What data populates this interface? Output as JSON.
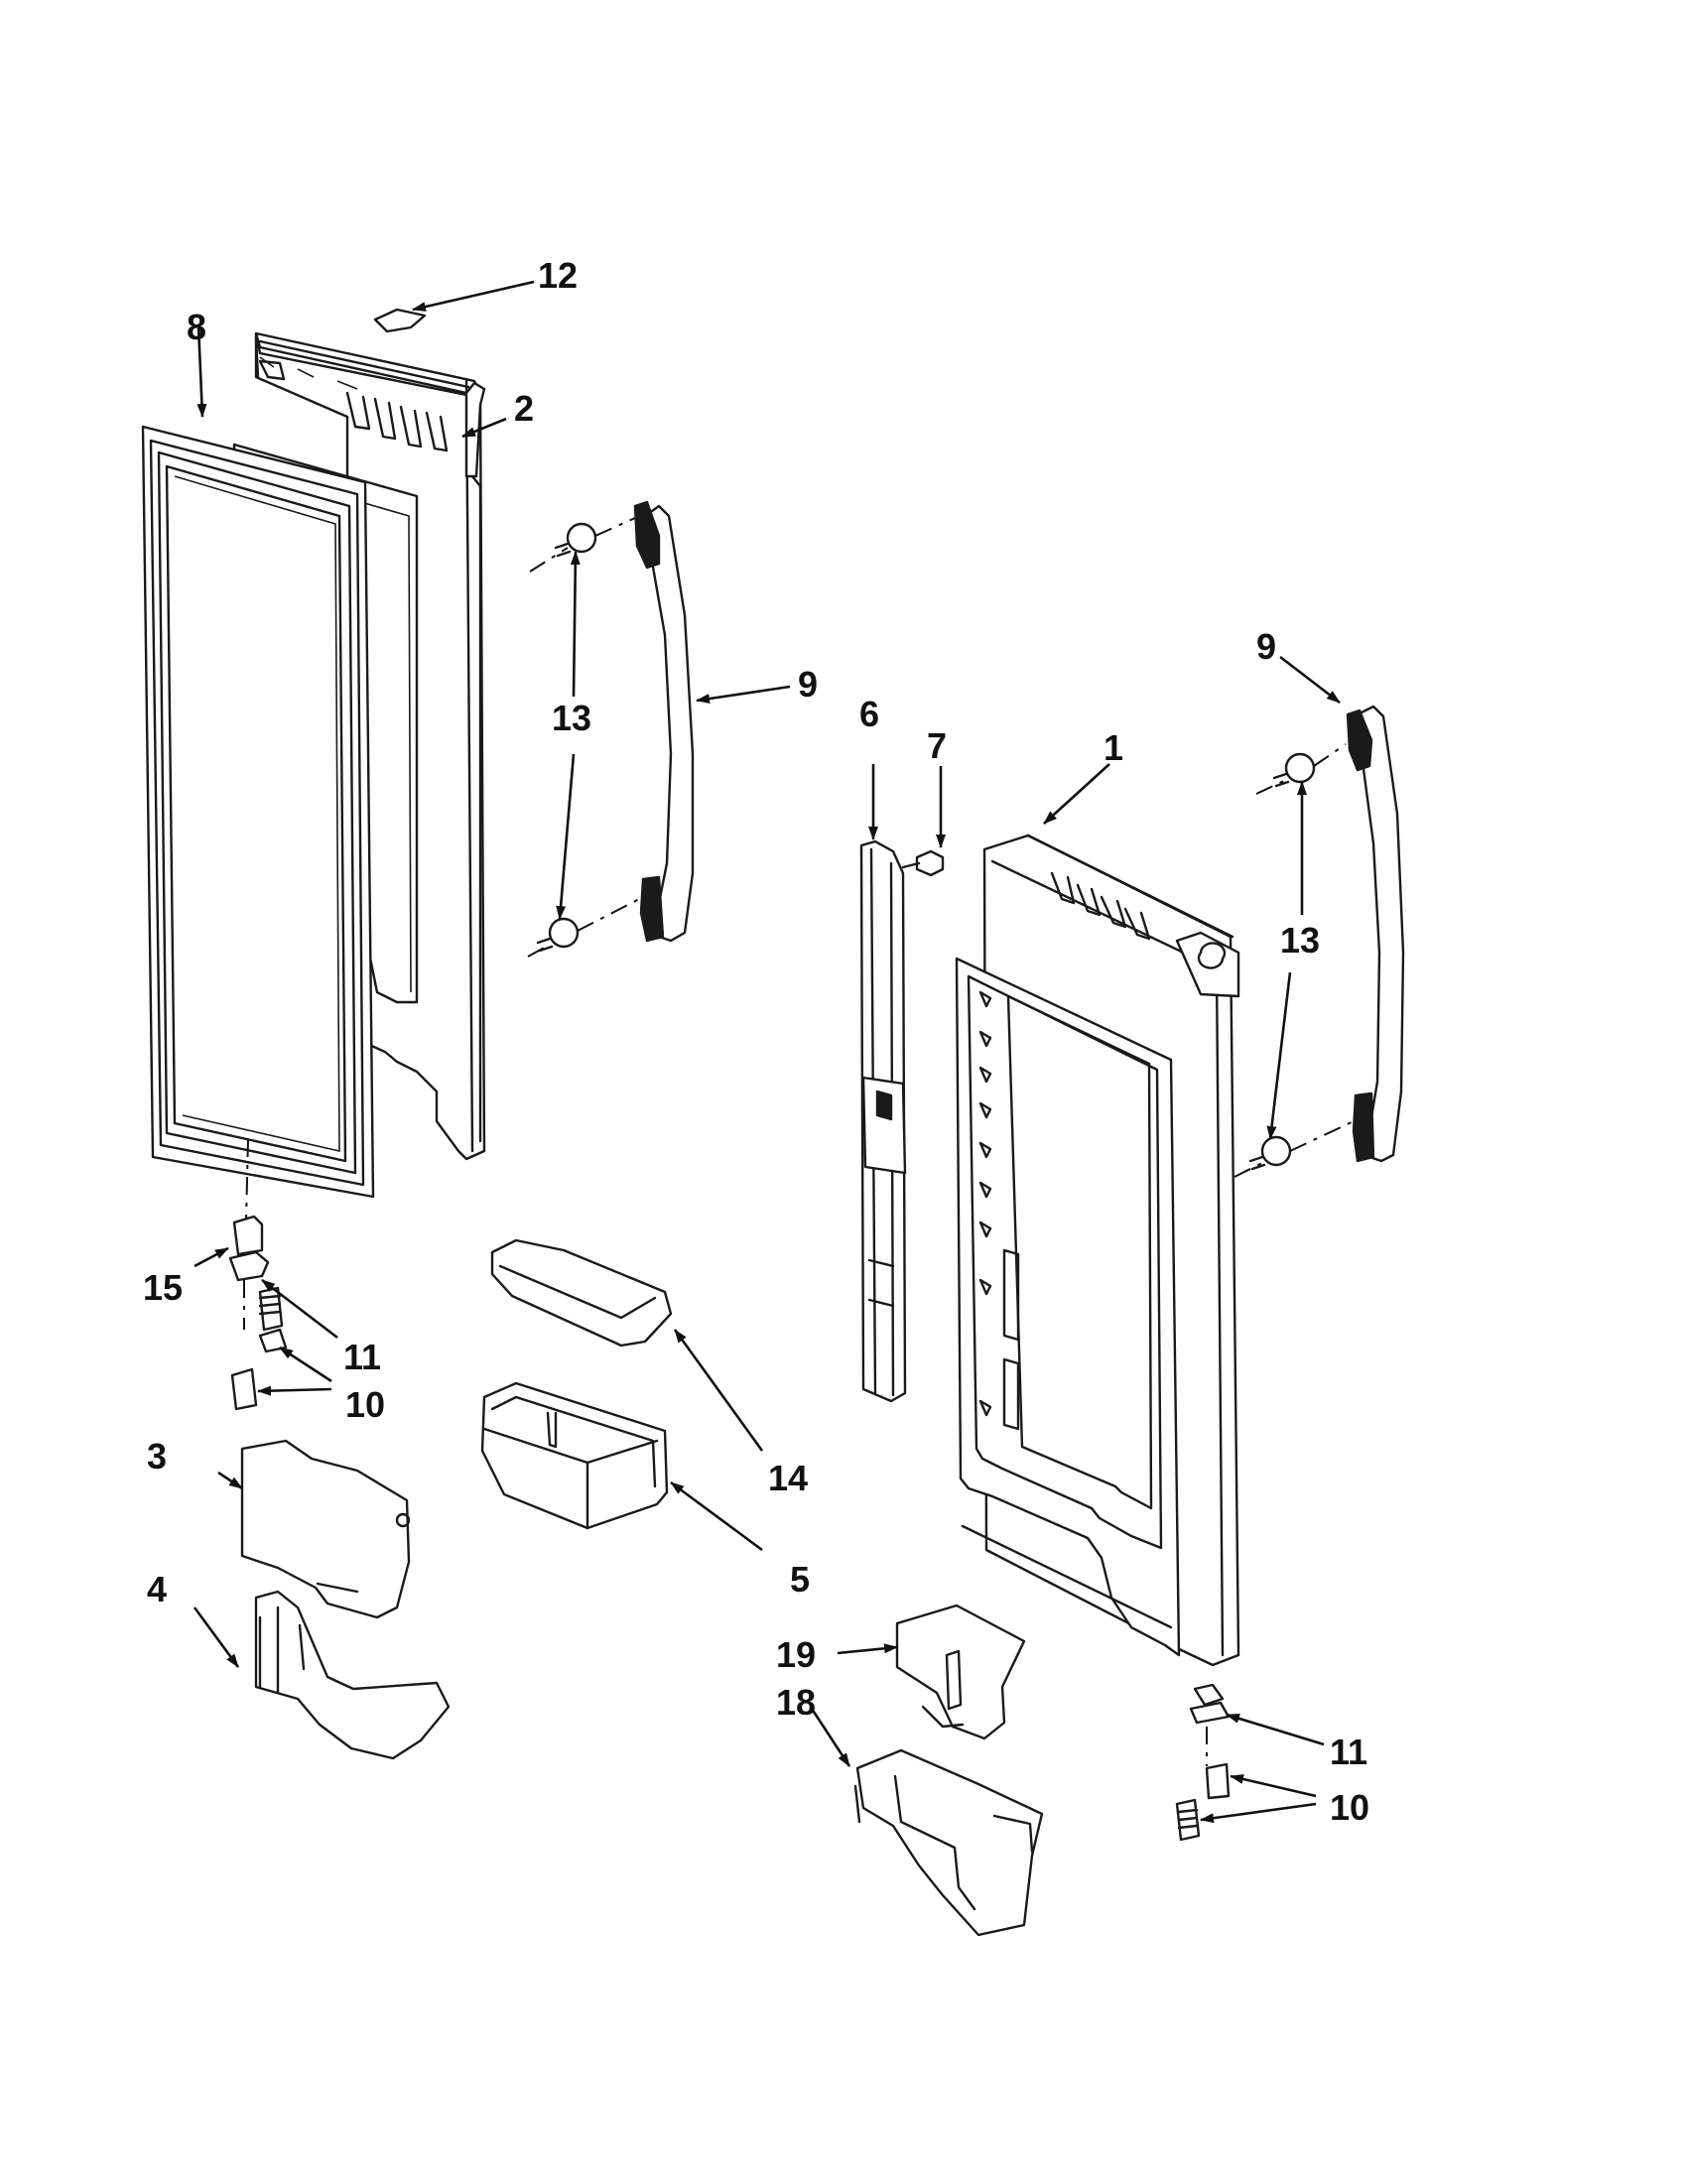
{
  "callouts": {
    "c1": "1",
    "c2": "2",
    "c3": "3",
    "c4": "4",
    "c5": "5",
    "c6": "6",
    "c7": "7",
    "c8": "8",
    "c9a": "9",
    "c9b": "9",
    "c10a": "10",
    "c10b": "10",
    "c11a": "11",
    "c11b": "11",
    "c12": "12",
    "c13a": "13",
    "c13b": "13",
    "c14": "14",
    "c15": "15",
    "c18": "18",
    "c19": "19"
  },
  "icons": {
    "arrowhead": "filled-triangle-arrow"
  }
}
